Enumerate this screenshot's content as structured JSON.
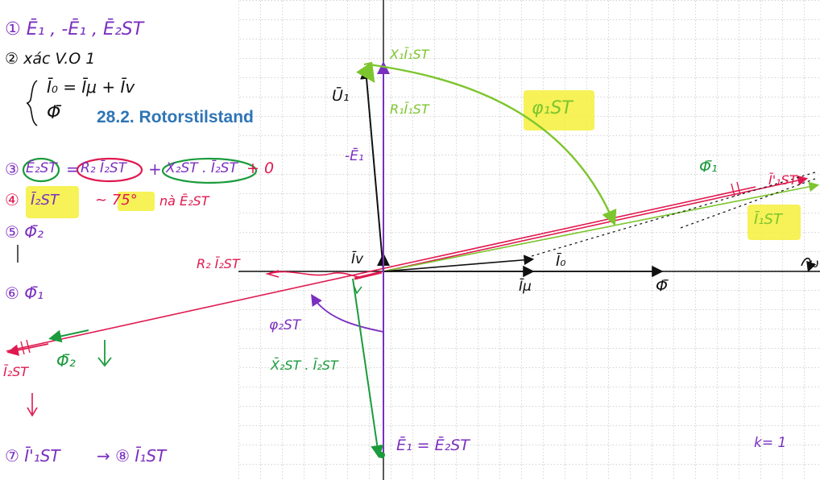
{
  "section_title": "28.2. Rotorstilstand",
  "steps": {
    "s1": "① Ē₁ , -Ē₁ , Ē₂ST",
    "s2": "② xác V.O 1",
    "s2_eq": "Ī₀ = Īμ + Īv",
    "s2_phi": "Φ̄",
    "s3_a": "③",
    "s3_e": "Ē₂ST",
    "s3_eq": "=",
    "s3_r": "R₂ Ī₂ST",
    "s3_plus": "+",
    "s3_x": "X₂ST . Ī₂ST",
    "s3_zero": "+ 0",
    "s4_a": "④",
    "s4_i": "Ī₂ST",
    "s4_angle": "~ 75°",
    "s4_tail": "nà Ē₂ST",
    "s5": "⑤ Φ̄₂",
    "s6": "⑥ Φ̄₁",
    "s7": "⑦ Ī'₁ST",
    "s8": "→ ⑧ Ī₁ST"
  },
  "vectors": {
    "u1": "Ū₁",
    "minus_e1": "-Ē₁",
    "x1i1st": "X₁Ī₁ST",
    "r1i1st": "R₁Ī₁ST",
    "phi1st": "φ₁ST",
    "phi1": "Φ̄₁",
    "i1st_prime": "Ī'₁ST",
    "i1st": "Ī₁ST",
    "i0": "Ī₀",
    "iv": "Īv",
    "imu": "Īμ",
    "phi_axis": "Φ̄",
    "omega": "ω",
    "r2i2st": "R₂ Ī₂ST",
    "phi2st": "φ₂ST",
    "x2st": "X̄₂ST . Ī₂ST",
    "i2st": "Ī₂ST",
    "phi2": "Φ̄₂",
    "e1e2st": "Ē₁ = Ē₂ST",
    "k": "k= 1"
  },
  "colors": {
    "purple": "#7b2fbf",
    "green": "#1a9b3c",
    "lightgreen": "#7dc52e",
    "red": "#e0194f",
    "highlight": "#f5f03a",
    "black": "#111111",
    "blue_title": "#2e75b6",
    "orange": "#f08a1a"
  }
}
